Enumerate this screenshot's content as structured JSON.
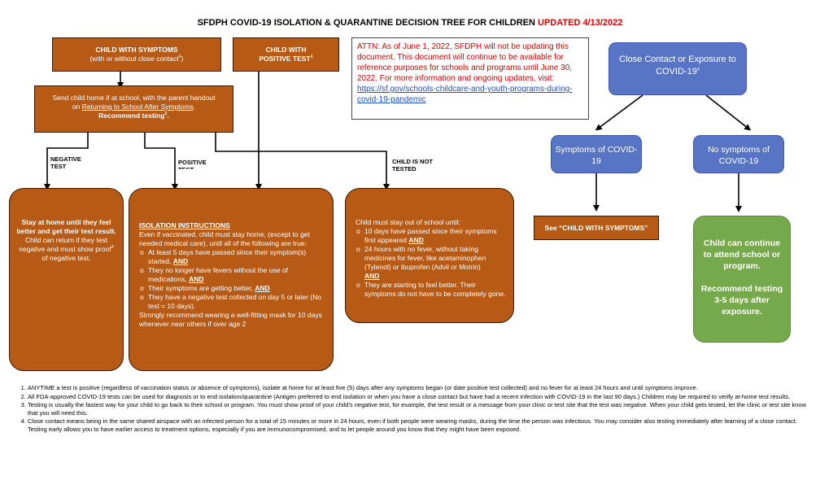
{
  "title": {
    "main": "SFDPH COVID-19 ISOLATION & QUARANTINE DECISION TREE FOR CHILDREN ",
    "updated": "UPDATED 4/13/2022"
  },
  "symptoms_box": {
    "line1": "CHILD WITH SYMPTOMS",
    "line2_pre": "(with or without close contact",
    "line2_sup": "4",
    "line2_post": ")"
  },
  "positive_box": {
    "line1": "CHILD WITH",
    "line2": "POSITIVE TEST",
    "sup": "1"
  },
  "send_home": {
    "line1": "Send child home if at school, with the parent handout",
    "line2_pre": "on ",
    "line2_link": "Returning to School After Symptoms",
    "line2_post": ".",
    "line3": "Recommend testing",
    "line3_sup": "2",
    "line3_post": "."
  },
  "attn": {
    "text": "ATTN: As of June 1, 2022, SFDPH will not be updating this document.  This document will continue to be available for reference purposes for schools and programs until June 30, 2022.  For more information and ongoing updates, visit: ",
    "link": "https://sf.gov/schools-childcare-and-youth-programs-during-covid-19-pandemic"
  },
  "labels": {
    "negative_l1": "NEGATIVE",
    "negative_l2": "TEST",
    "positive_l1": "POSITIVE",
    "positive_l2": "TEST",
    "not_tested_l1": "CHILD IS NOT",
    "not_tested_l2": "TESTED"
  },
  "negative_box": {
    "bold": "Stay at home until they feel better and get their test result.",
    "rest_pre": " Child can return if they test negative and must show proof",
    "sup": "3",
    "rest_post": " of negative test."
  },
  "isolation": {
    "heading": "ISOLATION INSTRUCTIONS",
    "intro": "Even if vaccinated, child must stay home, (except to get needed medical care), until all of the following are true:",
    "items": [
      {
        "text": "At least 5 days have passed since their symptom(s) started, ",
        "bold": "AND"
      },
      {
        "text": "They no longer have fevers without the use of medications, ",
        "bold": "AND"
      },
      {
        "text": "Their symptoms are getting better, ",
        "bold": "AND"
      },
      {
        "text": "They have a negative test collected on day 5 or later (No test = 10 days).",
        "bold": ""
      }
    ],
    "outro": "Strongly recommend wearing a well-fitting mask for 10 days whenever near others if over age 2"
  },
  "not_tested": {
    "intro": "Child must stay out of school until:",
    "item1": "10 days have passed since their symptoms first appeared ",
    "item1_bold": "AND",
    "item2": "24 hours with no fever, without taking medicines for fever, like acetaminophen (Tylenol) or ibuprofen (Advil or Motrin)",
    "item2_bold": "AND",
    "item3": "They are starting to feel better. Their symptoms do not have to be completely gone."
  },
  "close_contact": {
    "text": "Close Contact or Exposure to COVID-19",
    "sup": "4"
  },
  "symptoms_covid": {
    "text": "Symptoms of COVID-19"
  },
  "no_symptoms": {
    "text": "No symptoms of COVID-19"
  },
  "see_symptoms": {
    "text": "See “CHILD WITH SYMPTOMS”"
  },
  "green": {
    "p1": "Child can continue to attend school or program.",
    "p2": "Recommend testing 3-5 days after exposure."
  },
  "footnotes": [
    "ANYTIME a test is positive (regardless of vaccination status or absence of symptoms), isolate at home for at least five (5) days after any symptoms began (or date positive test collected) and no fever for at least 24 hours and until symptoms improve.",
    "All FDA-approved COVID-19 tests can be used for diagnosis or to end isolation/quarantine (Antigen preferred to end isolation or when you have a close contact but have had a recent infection with COVID-19 in the last 90 days.) Children may be required to verify at-home test results.",
    "Testing is usually the fastest way for your child to go back to their school or program. You must show proof of your child’s negative test, for example, the test result or a message from your clinic or test site that the test was negative. When your child gets tested, let the clinic or test site know that you will need this.",
    "Close contact means being in the same shared airspace with an infected person for a total of 15 minutes or more in 24 hours, even if both people were wearing masks, during the time the person was infectious. You may consider also testing immediately after learning of a close contact. Testing early allows you to have earlier access to treatment options, especially if you are immunocompromised, and to let people around you know that they might have been exposed."
  ]
}
